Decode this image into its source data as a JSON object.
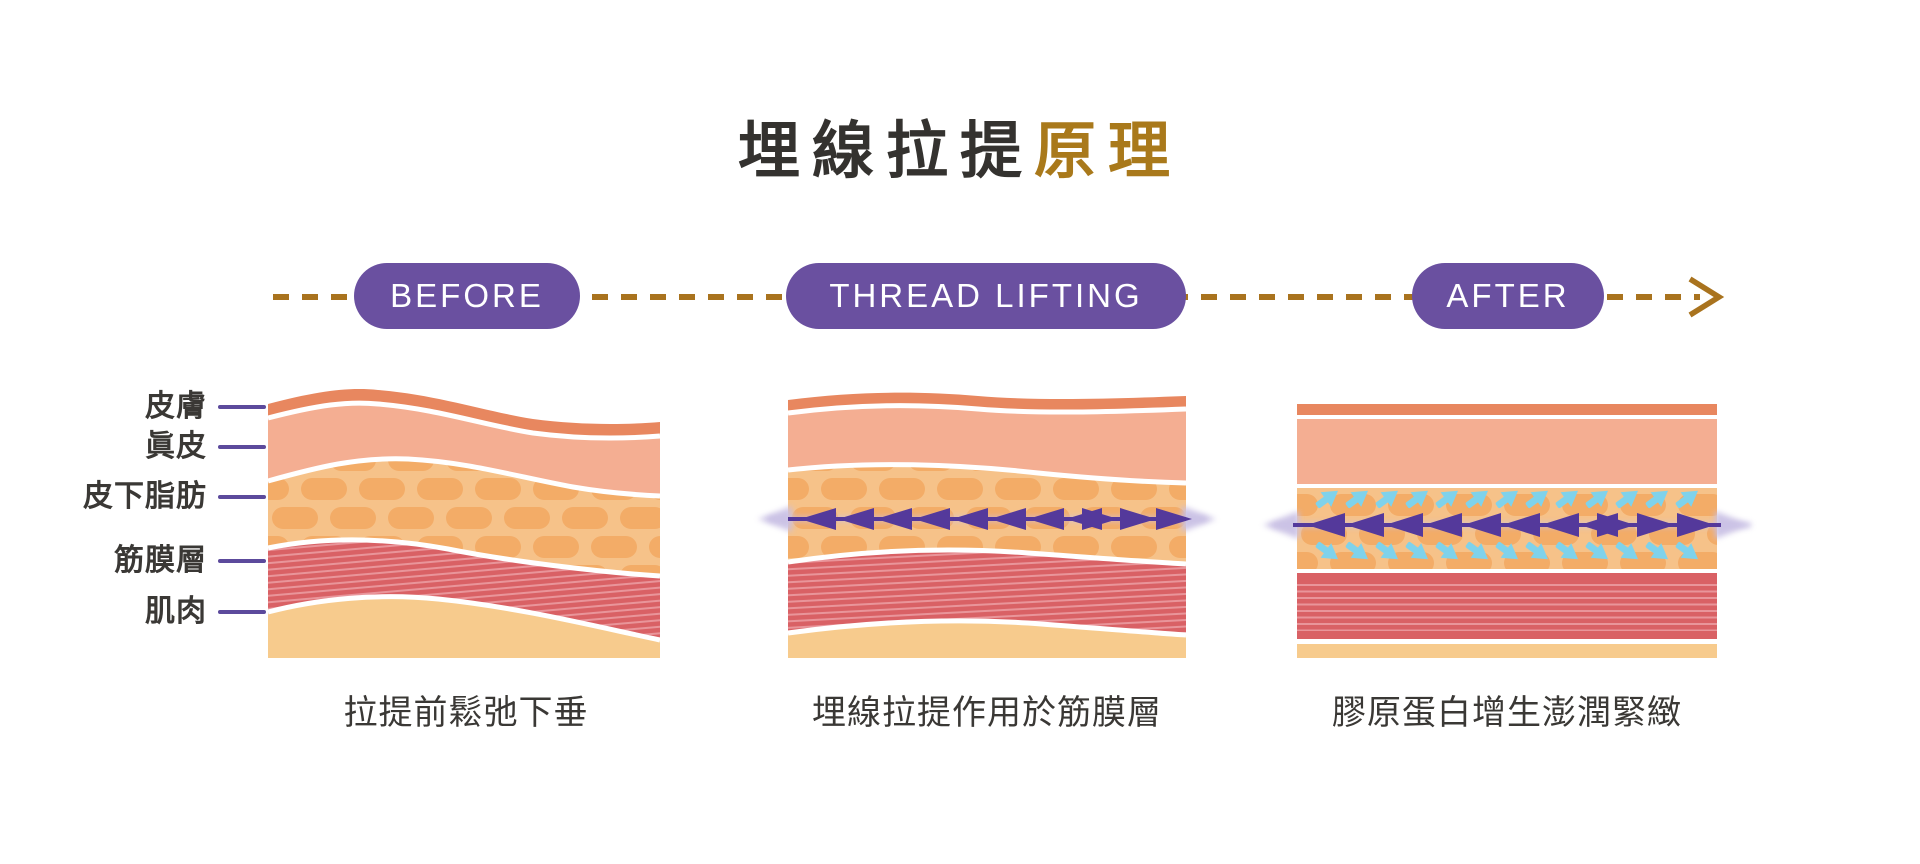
{
  "title": {
    "text_primary": "埋線拉提",
    "text_accent": "原理"
  },
  "timeline": {
    "badges": [
      {
        "label": "BEFORE"
      },
      {
        "label": "THREAD LIFTING"
      },
      {
        "label": "AFTER"
      }
    ]
  },
  "skin_layer_labels": [
    {
      "label": "皮膚"
    },
    {
      "label": "眞皮"
    },
    {
      "label": "皮下脂肪"
    },
    {
      "label": "筋膜層"
    },
    {
      "label": "肌肉"
    }
  ],
  "panels": [
    {
      "name": "before",
      "caption": "拉提前鬆弛下垂"
    },
    {
      "name": "thread-lifting",
      "caption": "埋線拉提作用於筋膜層"
    },
    {
      "name": "after",
      "caption": "膠原蛋白增生澎潤緊緻"
    }
  ],
  "colors": {
    "title_dark": "#34322f",
    "title_gold": "#a9791b",
    "dash_gold": "#a9731e",
    "badge_purple": "#6a50a0",
    "label_line_purple": "#5c4a9c",
    "thread_purple": "#54399b",
    "thread_glow": "#c8bfe4",
    "collagen_blue": "#7fd2eb",
    "skin_surface": "#e8875f",
    "dermis": "#f4ae92",
    "fat_base": "#f6c289",
    "fat_lobule": "#f3ac67",
    "muscle_base": "#d96165",
    "muscle_stripe": "#e9959a",
    "bottom_layer": "#f7cb8d"
  }
}
